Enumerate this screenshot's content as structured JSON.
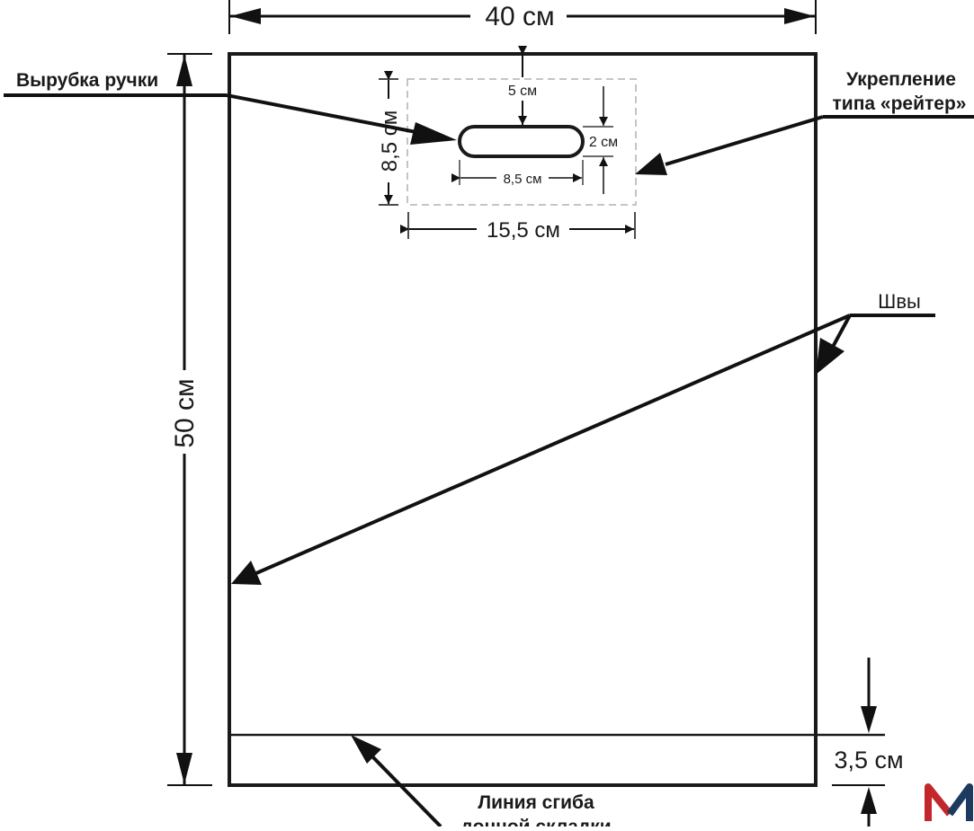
{
  "dimensions": {
    "width": "40 см",
    "height": "50 см",
    "fold_depth": "3,5 см",
    "reinforcement_height": "8,5 см",
    "reinforcement_width": "15,5 см",
    "handle_offset": "5 см",
    "handle_width": "8,5 см",
    "handle_height": "2 см"
  },
  "labels": {
    "handle_cutout": "Вырубка ручки",
    "reinforcement_line1": "Укрепление",
    "reinforcement_line2": "типа «рейтер»",
    "seams": "Швы",
    "fold_line1": "Линия сгиба",
    "fold_line2": "донной складки"
  },
  "logo": {
    "letter": "M",
    "colors": [
      "#c4272b",
      "#1f3a5f"
    ]
  }
}
